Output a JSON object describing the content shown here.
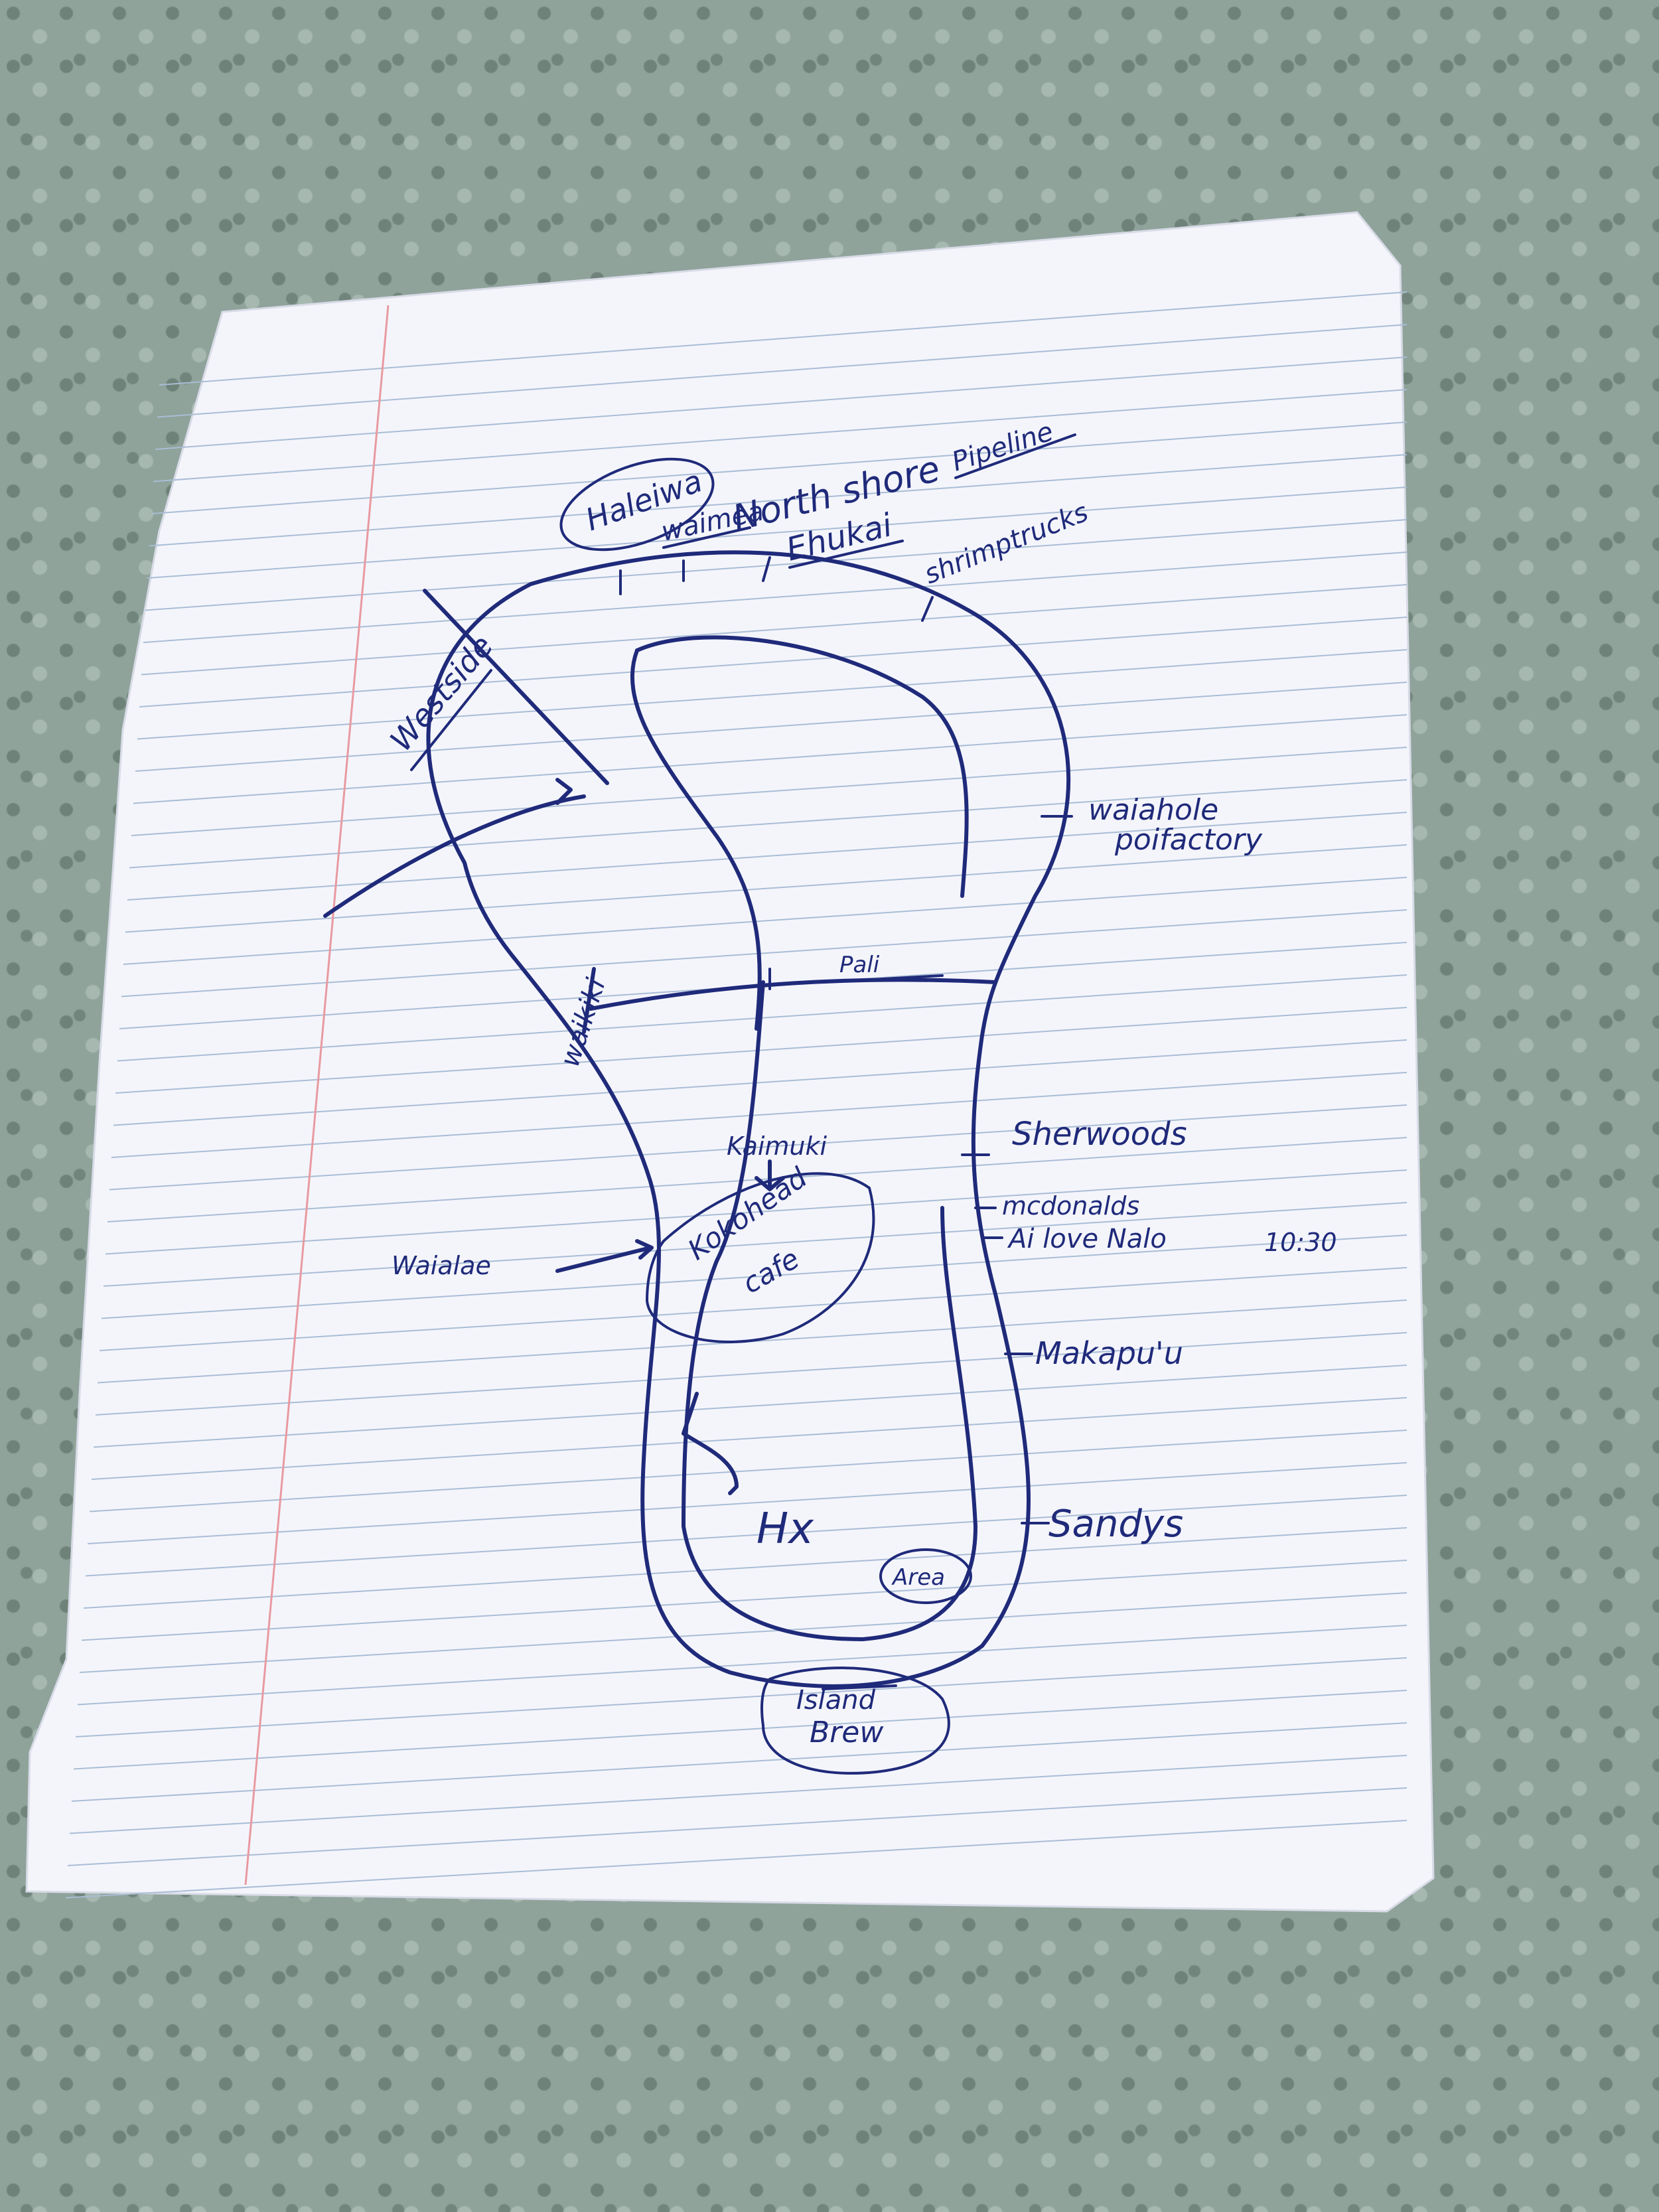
{
  "map": {
    "labels": {
      "haleiwa": "Haleiwa",
      "waimea": "waimea",
      "north_shore": "North shore",
      "pipeline": "Pipeline",
      "ehukai": "Ehukai",
      "shrimp_trucks": "shrimptrucks",
      "westside": "Westside",
      "waiahole_line1": "waiahole",
      "waiahole_line2": "poifactory",
      "pali": "Pali",
      "waikiki": "waikiki",
      "kaimuki": "Kaimuki",
      "koko_head_line1": "Kokohead",
      "koko_head_line2": "cafe",
      "waialae": "Waialae",
      "sherwoods": "Sherwoods",
      "mcdonalds": "mcdonalds",
      "ai_love_nalo": "Ai love Nalo",
      "time": "10:30",
      "makapuu": "Makapu'u",
      "sandys": "Sandys",
      "hx": "Hx",
      "area": "Area",
      "island_line1": "Island",
      "island_line2": "Brew"
    }
  },
  "colors": {
    "ink": "#1f2a7a",
    "paper": "#f4f5fb",
    "rule_line": "#9fb6cf",
    "margin_line": "#e89aa0",
    "background": "#8fa39b"
  }
}
